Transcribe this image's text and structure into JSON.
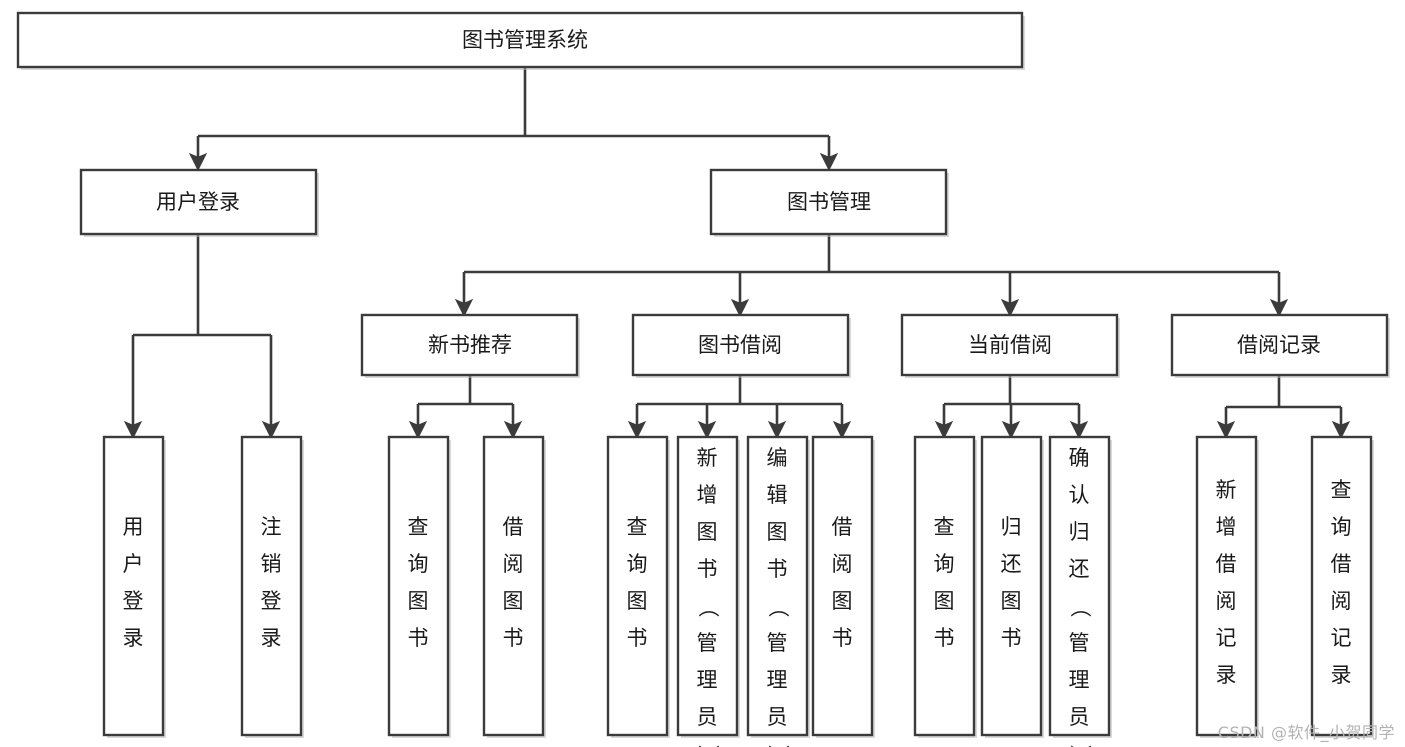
{
  "diagram": {
    "title": "图书管理系统",
    "type": "tree-hierarchy-chart",
    "watermark": "CSDN @软件_小贺同学",
    "colors": {
      "box_stroke": "#3b3b3b",
      "box_fill": "#ffffff",
      "connector": "#3b3b3b",
      "text": "#1a1a1a",
      "watermark": "#b3b3b3",
      "background": "#ffffff"
    },
    "root": {
      "label": "图书管理系统"
    },
    "level2": [
      {
        "label": "用户登录"
      },
      {
        "label": "图书管理"
      }
    ],
    "level3": [
      {
        "label": "新书推荐"
      },
      {
        "label": "图书借阅"
      },
      {
        "label": "当前借阅"
      },
      {
        "label": "借阅记录"
      }
    ],
    "leaves": {
      "user_login": [
        {
          "label": "用户登录"
        },
        {
          "label": "注销登录"
        }
      ],
      "new_book_recommend": [
        {
          "label": "查询图书"
        },
        {
          "label": "借阅图书"
        }
      ],
      "book_borrow": [
        {
          "label": "查询图书"
        },
        {
          "label": "新增图书（管理员）"
        },
        {
          "label": "编辑图书（管理员）"
        },
        {
          "label": "借阅图书"
        }
      ],
      "current_borrow": [
        {
          "label": "查询图书"
        },
        {
          "label": "归还图书"
        },
        {
          "label": "确认归还（管理员）"
        }
      ],
      "borrow_record": [
        {
          "label": "新增借阅记录"
        },
        {
          "label": "查询借阅记录"
        }
      ]
    }
  }
}
